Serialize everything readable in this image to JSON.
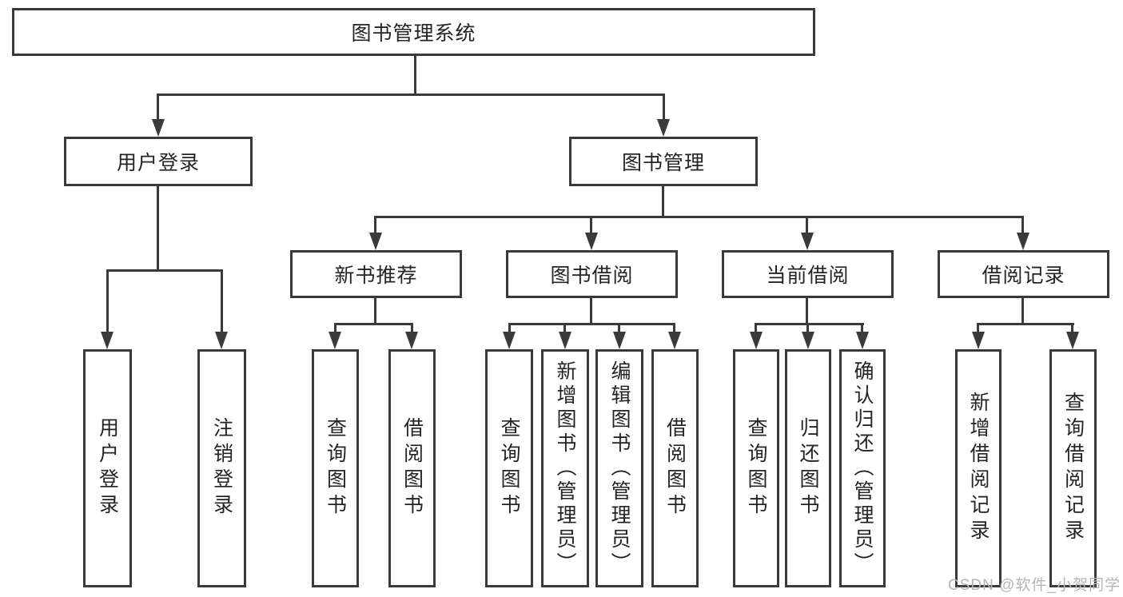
{
  "tree": {
    "label": "图书管理系统",
    "children": [
      {
        "label": "用户登录",
        "children": [
          {
            "label": "用户登录"
          },
          {
            "label": "注销登录"
          }
        ]
      },
      {
        "label": "图书管理",
        "children": [
          {
            "label": "新书推荐",
            "children": [
              {
                "label": "查询图书"
              },
              {
                "label": "借阅图书"
              }
            ]
          },
          {
            "label": "图书借阅",
            "children": [
              {
                "label": "查询图书"
              },
              {
                "label": "新增图书（管理员）"
              },
              {
                "label": "编辑图书（管理员）"
              },
              {
                "label": "借阅图书"
              }
            ]
          },
          {
            "label": "当前借阅",
            "children": [
              {
                "label": "查询图书"
              },
              {
                "label": "归还图书"
              },
              {
                "label": "确认归还（管理员）"
              }
            ]
          },
          {
            "label": "借阅记录",
            "children": [
              {
                "label": "新增借阅记录"
              },
              {
                "label": "查询借阅记录"
              }
            ]
          }
        ]
      }
    ]
  },
  "watermark": {
    "text": "CSDN @软件_小贺同学"
  },
  "colors": {
    "line": "#3a3a3a",
    "box_border": "#3a3a3a",
    "text": "#242424",
    "background": "#ffffff",
    "watermark": "#b5b5b5"
  }
}
